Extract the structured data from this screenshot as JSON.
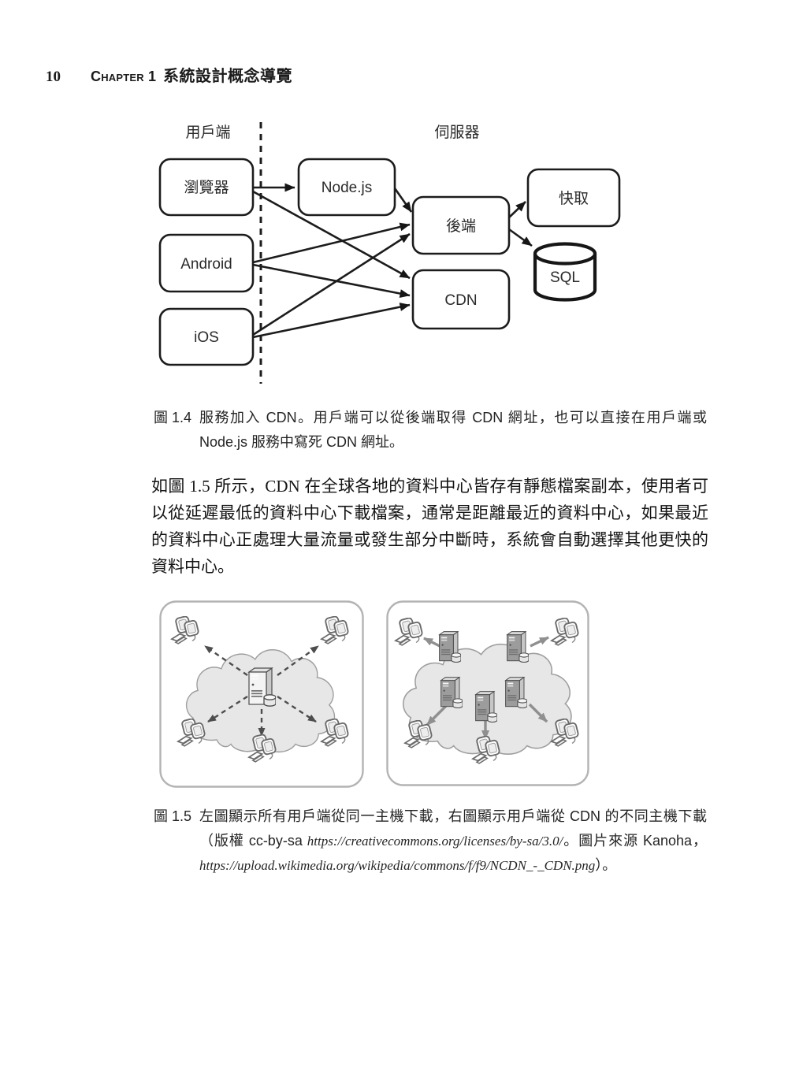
{
  "header": {
    "page_number": "10",
    "chapter_label": "Chapter 1",
    "chapter_title": "系統設計概念導覽"
  },
  "figure14": {
    "lane_client": "用戶端",
    "lane_server": "伺服器",
    "nodes": {
      "browser": "瀏覽器",
      "nodejs": "Node.js",
      "android": "Android",
      "ios": "iOS",
      "backend": "後端",
      "cdn": "CDN",
      "cache": "快取",
      "sql": "SQL"
    },
    "caption_label": "圖 1.4",
    "caption_text": "服務加入 CDN。用戶端可以從後端取得 CDN 網址，也可以直接在用戶端或 Node.js 服務中寫死 CDN 網址。"
  },
  "body": {
    "paragraph": "如圖 1.5 所示，CDN 在全球各地的資料中心皆存有靜態檔案副本，使用者可以從延遲最低的資料中心下載檔案，通常是距離最近的資料中心，如果最近的資料中心正處理大量流量或發生部分中斷時，系統會自動選擇其他更快的資料中心。"
  },
  "figure15": {
    "caption_label": "圖 1.5",
    "caption_part1": "左圖顯示所有用戶端從同一主機下載，右圖顯示用戶端從 CDN 的不同主機下載（版權 cc-by-sa ",
    "license_url": "https://creativecommons.org/licenses/by-sa/3.0/",
    "caption_part2": "。圖片來源 Kanoha，",
    "image_url": "https://upload.wikimedia.org/wikipedia/commons/f/f9/NCDN_-_CDN.png",
    "caption_part3": "）。"
  },
  "colors": {
    "ink": "#1c1c1c",
    "panel_border": "#b3b3b3",
    "cloud_fill": "#e7e7e7",
    "cdn_arrow_gray": "#8f8f8f",
    "origin_arrow_gray": "#4d4d4d"
  }
}
